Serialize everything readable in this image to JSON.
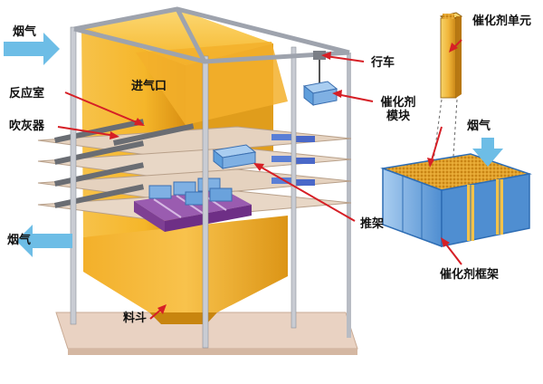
{
  "labels": {
    "flue_gas_in": "烟气",
    "inlet": "进气口",
    "reactor": "反应室",
    "soot_blower": "吹灰器",
    "flue_gas_out": "烟气",
    "hopper": "料斗",
    "trolley": "行车",
    "module_line1": "催化剂",
    "module_line2": "模块",
    "push_rack": "推架",
    "unit": "催化剂单元",
    "flue_gas_right": "烟气",
    "frame": "催化剂框架"
  },
  "colors": {
    "body": "#f5b62a",
    "body_light": "#fcd873",
    "body_dark": "#d98f12",
    "steel": "#c9ccd3",
    "steel_dark": "#8c909a",
    "tray": "#e5d2bf",
    "tray_edge": "#b8a08a",
    "module_blue": "#7fb0e3",
    "frame_blue": "#5f9fdc",
    "purple": "#7e3f93",
    "arrow_red": "#d61f26",
    "flow_arrow": "#6dbde6",
    "floor": "#e9d2c2"
  }
}
